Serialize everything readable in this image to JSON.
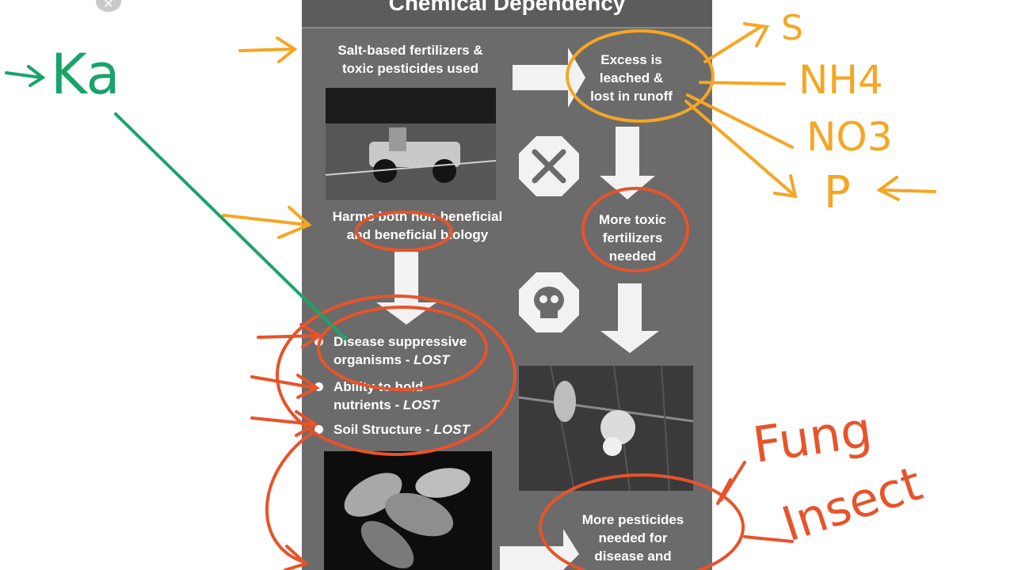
{
  "viewer": {
    "close_icon": "close-icon"
  },
  "poster": {
    "title": "Chemical Dependency",
    "box1_line1": "Salt-based fertilizers &",
    "box1_line2": "toxic pesticides used",
    "box2_line1": "Excess is",
    "box2_line2": "leached &",
    "box2_line3": "lost in runoff",
    "harm_line1": "Harms both non-beneficial",
    "harm_line2": "and beneficial biology",
    "toxic_line1": "More toxic",
    "toxic_line2": "fertilizers",
    "toxic_line3": "needed",
    "lost_items": [
      {
        "line1": "Disease suppressive",
        "line2_prefix": "organisms - ",
        "line2_em": "LOST"
      },
      {
        "line1": "Ability to hold",
        "line2_prefix": "nutrients - ",
        "line2_em": "LOST"
      },
      {
        "line1_prefix": "Soil Structure - ",
        "line1_em": "LOST"
      }
    ],
    "pest_line1": "More pesticides",
    "pest_line2": "needed for",
    "pest_line3": "disease and",
    "icons": [
      "crossbones-icon",
      "skull-icon"
    ]
  },
  "annotations": {
    "ka": "Ka",
    "s": "S",
    "nh4": "NH4",
    "no3": "NO3",
    "p": "P",
    "fung": "Fung",
    "insect": "Insect",
    "colors": {
      "orange": "#f5a623",
      "red": "#e8532a",
      "green": "#1aa36b"
    }
  }
}
